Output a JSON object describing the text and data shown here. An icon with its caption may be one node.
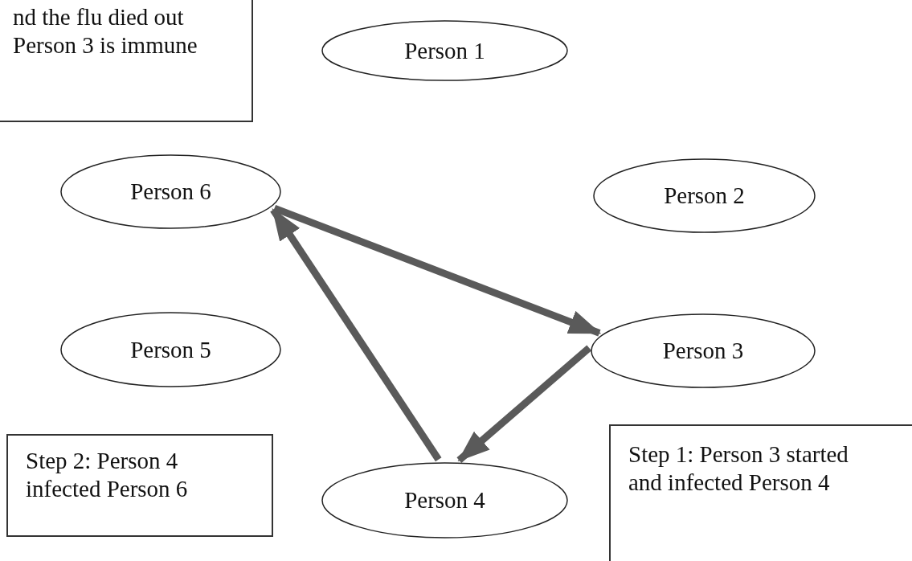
{
  "diagram": {
    "nodes": [
      {
        "text": [
          "nd the flu died out Person 3 is immune"
        ]
      },
      {
        "text": [
          "Person 1"
        ]
      },
      {
        "text": [
          "Person 6"
        ]
      },
      {
        "text": [
          "Person 2"
        ]
      },
      {
        "text": [
          "Person 5"
        ]
      },
      {
        "text": [
          "Person 3"
        ]
      },
      {
        "text": [
          "Step 2: Person 4 infected Person 6"
        ]
      },
      {
        "text": [
          "Person 4"
        ]
      },
      {
        "text": [
          "Step 1: Person 3 started and infected Person 4"
        ]
      }
    ],
    "edges": [
      {
        "from": 2,
        "to": 5,
        "arrow": "to"
      },
      {
        "from": 5,
        "to": 7,
        "arrow": "to"
      },
      {
        "from": 7,
        "to": 2,
        "arrow": "to"
      }
    ]
  }
}
